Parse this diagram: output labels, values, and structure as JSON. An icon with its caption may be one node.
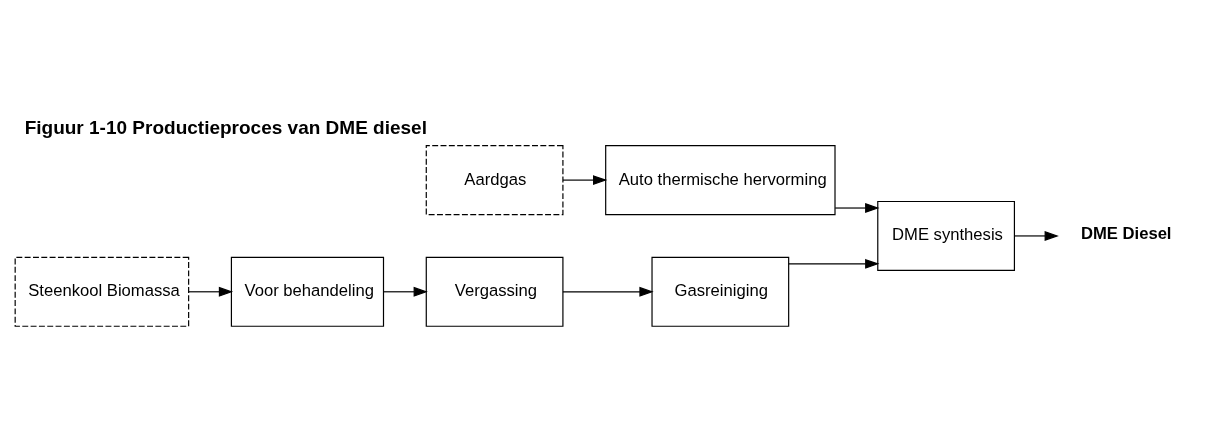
{
  "diagram": {
    "title": "Figuur 1-10 Productieproces van DME diesel",
    "nodes": [
      {
        "text": [
          "Aardgas"
        ]
      },
      {
        "text": [
          "Auto thermische hervorming"
        ]
      },
      {
        "text": [
          "Steenkool Biomassa"
        ]
      },
      {
        "text": [
          "Voor behandeling"
        ]
      },
      {
        "text": [
          "Vergassing"
        ]
      },
      {
        "text": [
          "Gasreiniging"
        ]
      },
      {
        "text": [
          "DME synthesis"
        ]
      },
      {
        "text": [
          "DME Diesel"
        ]
      }
    ],
    "edges": [
      {
        "from": 0,
        "to": 1,
        "arrow": "to"
      },
      {
        "from": 1,
        "to": 6,
        "arrow": "to"
      },
      {
        "from": 2,
        "to": 3,
        "arrow": "to"
      },
      {
        "from": 3,
        "to": 4,
        "arrow": "to"
      },
      {
        "from": 4,
        "to": 5,
        "arrow": "to"
      },
      {
        "from": 5,
        "to": 6,
        "arrow": "to"
      },
      {
        "from": 6,
        "to": 7,
        "arrow": "to"
      }
    ]
  }
}
